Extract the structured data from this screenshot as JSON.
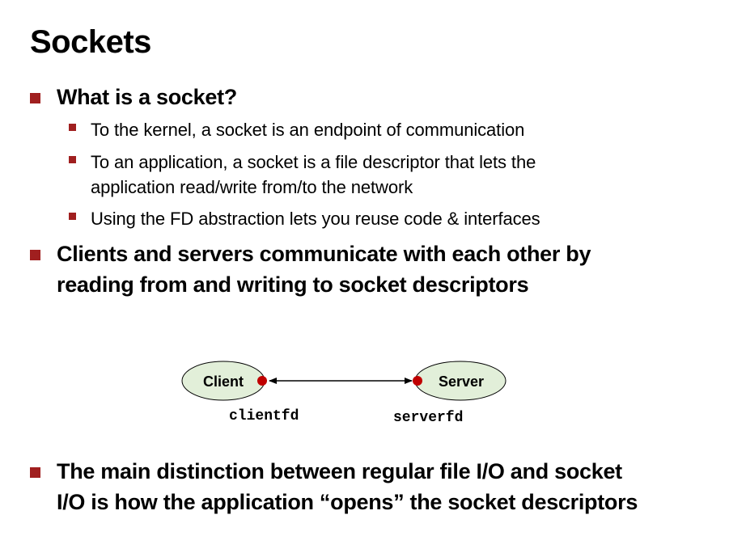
{
  "slide": {
    "title": "Sockets",
    "bullets": [
      {
        "text": "What is a socket?",
        "sub": [
          "To the kernel, a socket is an endpoint of communication",
          "To an application, a socket is a file descriptor that lets the",
          "application read/write from/to the network",
          "Using the FD abstraction lets you reuse code & interfaces"
        ]
      },
      {
        "line1": "Clients and servers communicate with each other by",
        "line2": "reading from and writing to socket descriptors"
      },
      {
        "line1": "The main distinction between regular file I/O and socket",
        "line2": "I/O is how the application “opens” the socket descriptors"
      }
    ]
  },
  "diagram": {
    "client_label": "Client",
    "server_label": "Server",
    "client_fd": "clientfd",
    "server_fd": "serverfd",
    "colors": {
      "node_fill": "#e2efd9",
      "endpoint": "#c00000",
      "bullet": "#a01f1f"
    }
  }
}
